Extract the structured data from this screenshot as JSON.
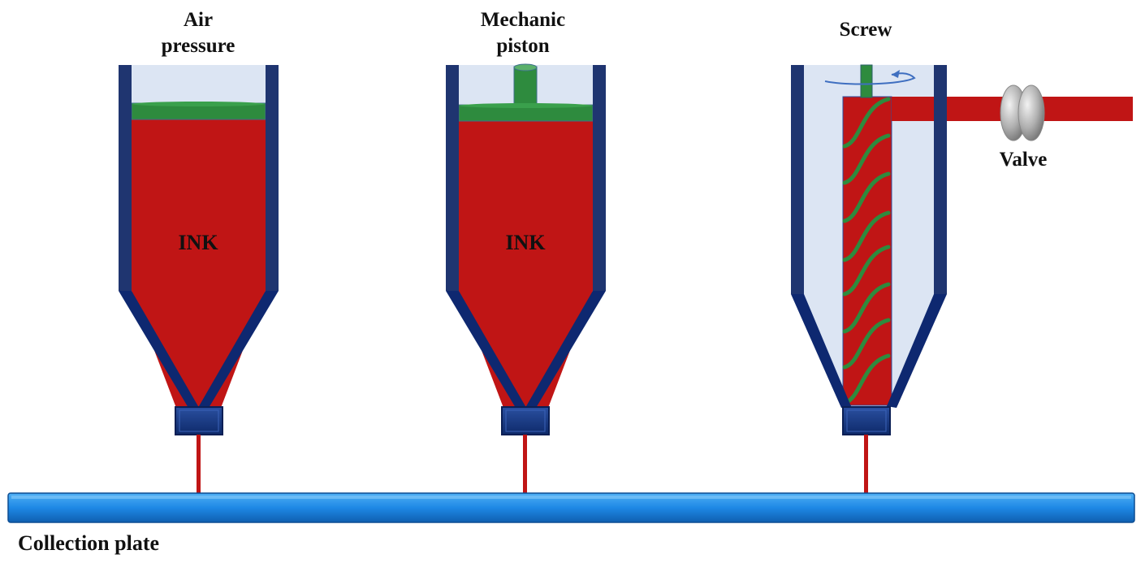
{
  "labels": {
    "air_pressure_line1": "Air",
    "air_pressure_line2": "pressure",
    "mechanic_piston_line1": "Mechanic",
    "mechanic_piston_line2": "piston",
    "screw": "Screw",
    "valve": "Valve",
    "ink_1": "INK",
    "ink_2": "INK",
    "collection_plate": "Collection plate"
  },
  "colors": {
    "ink": "#c01515",
    "barrel_wall": "#1f3570",
    "barrel_fill": "#dce5f3",
    "piston": "#2e8b3e",
    "nozzle": "#1a3a80",
    "plate": "#1e88e5",
    "valve": "#a8a8a8",
    "arrow": "#3f6fc0"
  }
}
